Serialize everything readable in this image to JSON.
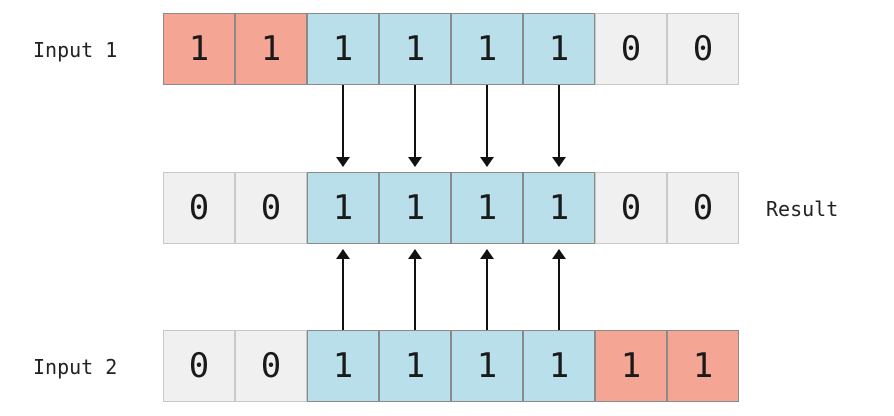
{
  "rows": [
    {
      "label": "Input 1",
      "label_side": "left",
      "cells": [
        {
          "value": "1",
          "state": "discarded"
        },
        {
          "value": "1",
          "state": "discarded"
        },
        {
          "value": "1",
          "state": "kept"
        },
        {
          "value": "1",
          "state": "kept"
        },
        {
          "value": "1",
          "state": "kept"
        },
        {
          "value": "1",
          "state": "kept"
        },
        {
          "value": "0",
          "state": "empty"
        },
        {
          "value": "0",
          "state": "empty"
        }
      ]
    },
    {
      "label": "Result",
      "label_side": "right",
      "cells": [
        {
          "value": "0",
          "state": "empty"
        },
        {
          "value": "0",
          "state": "empty"
        },
        {
          "value": "1",
          "state": "kept"
        },
        {
          "value": "1",
          "state": "kept"
        },
        {
          "value": "1",
          "state": "kept"
        },
        {
          "value": "1",
          "state": "kept"
        },
        {
          "value": "0",
          "state": "empty"
        },
        {
          "value": "0",
          "state": "empty"
        }
      ]
    },
    {
      "label": "Input 2",
      "label_side": "left",
      "cells": [
        {
          "value": "0",
          "state": "empty"
        },
        {
          "value": "0",
          "state": "empty"
        },
        {
          "value": "1",
          "state": "kept"
        },
        {
          "value": "1",
          "state": "kept"
        },
        {
          "value": "1",
          "state": "kept"
        },
        {
          "value": "1",
          "state": "kept"
        },
        {
          "value": "1",
          "state": "discarded"
        },
        {
          "value": "1",
          "state": "discarded"
        }
      ]
    }
  ],
  "arrows": [
    {
      "from_row": 0,
      "to_row": 1,
      "columns": [
        2,
        3,
        4,
        5
      ]
    },
    {
      "from_row": 2,
      "to_row": 1,
      "columns": [
        2,
        3,
        4,
        5
      ]
    }
  ],
  "colors": {
    "discarded": "#f4a593",
    "kept": "#b9dfea",
    "empty": "#f0f0f0",
    "arrow": "#111111"
  }
}
